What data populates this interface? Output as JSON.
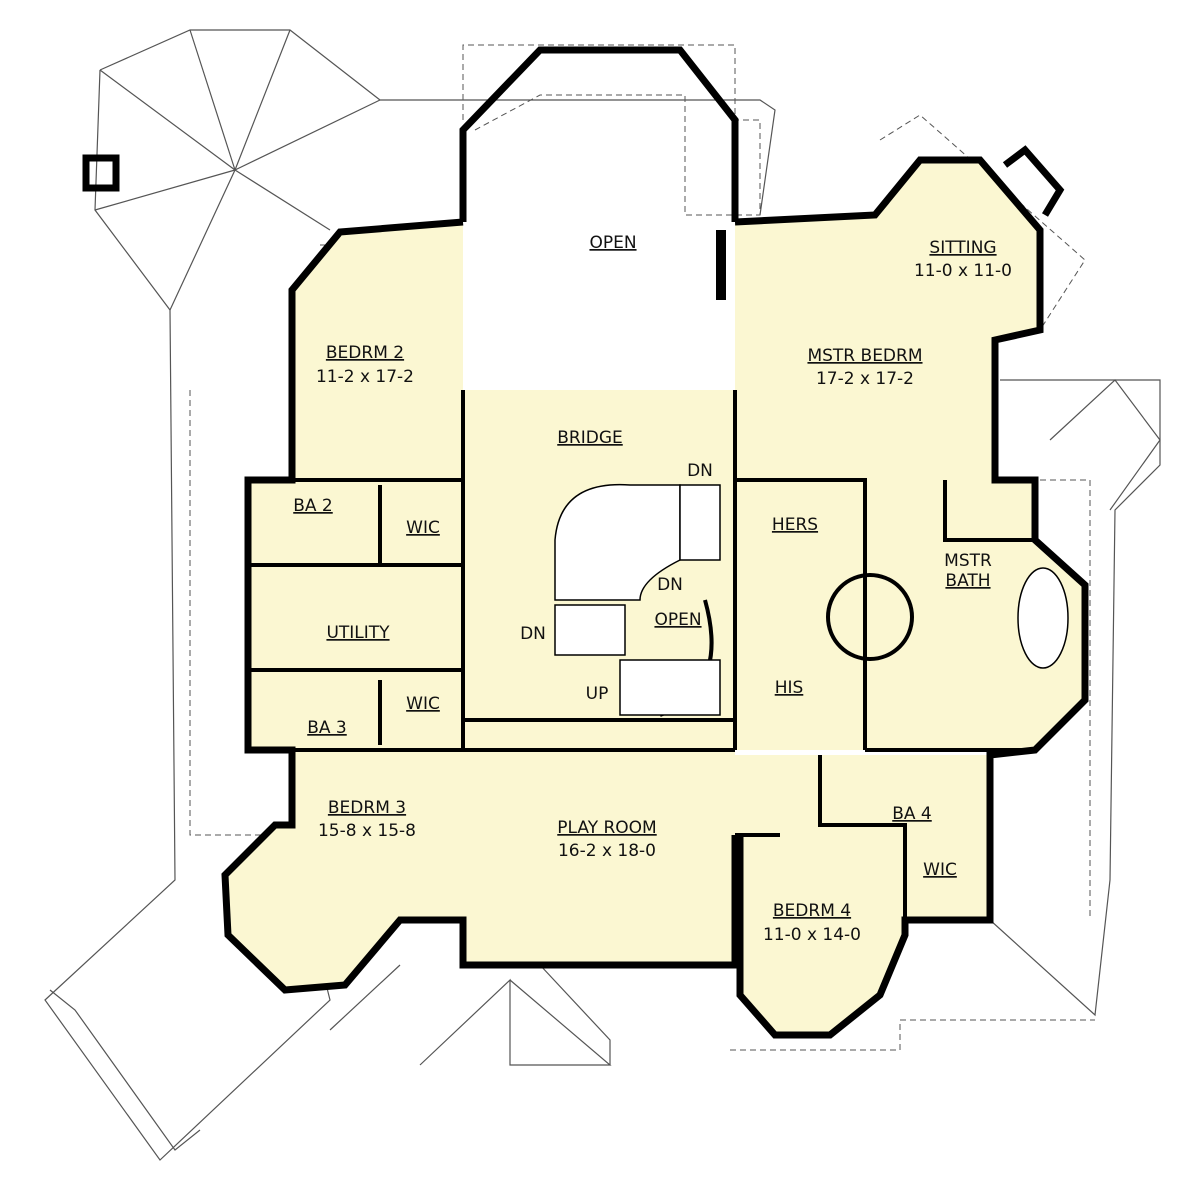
{
  "colors": {
    "room_fill": "#fbf7d2",
    "wall": "#000000",
    "roof_line": "#555555"
  },
  "rooms": {
    "open_top": {
      "name": "OPEN"
    },
    "sitting": {
      "name": "SITTING",
      "size": "11-0 x 11-0"
    },
    "bedrm2": {
      "name": "BEDRM 2",
      "size": "11-2 x 17-2"
    },
    "mstr_bedrm": {
      "name": "MSTR BEDRM",
      "size": "17-2 x 17-2"
    },
    "bridge": {
      "name": "BRIDGE"
    },
    "ba2": {
      "name": "BA 2"
    },
    "wic2": {
      "name": "WIC"
    },
    "hers": {
      "name": "HERS"
    },
    "mstr_bath": {
      "name": "MSTR",
      "name2": "BATH"
    },
    "utility": {
      "name": "UTILITY"
    },
    "open_stair": {
      "name": "OPEN"
    },
    "his": {
      "name": "HIS"
    },
    "ba3": {
      "name": "BA 3"
    },
    "wic3": {
      "name": "WIC"
    },
    "bedrm3": {
      "name": "BEDRM 3",
      "size": "15-8 x 15-8"
    },
    "play_room": {
      "name": "PLAY ROOM",
      "size": "16-2 x 18-0"
    },
    "ba4": {
      "name": "BA 4"
    },
    "wic4": {
      "name": "WIC"
    },
    "bedrm4": {
      "name": "BEDRM 4",
      "size": "11-0 x 14-0"
    }
  },
  "stairs": {
    "dn1": "DN",
    "dn2": "DN",
    "dn3": "DN",
    "up": "UP"
  }
}
